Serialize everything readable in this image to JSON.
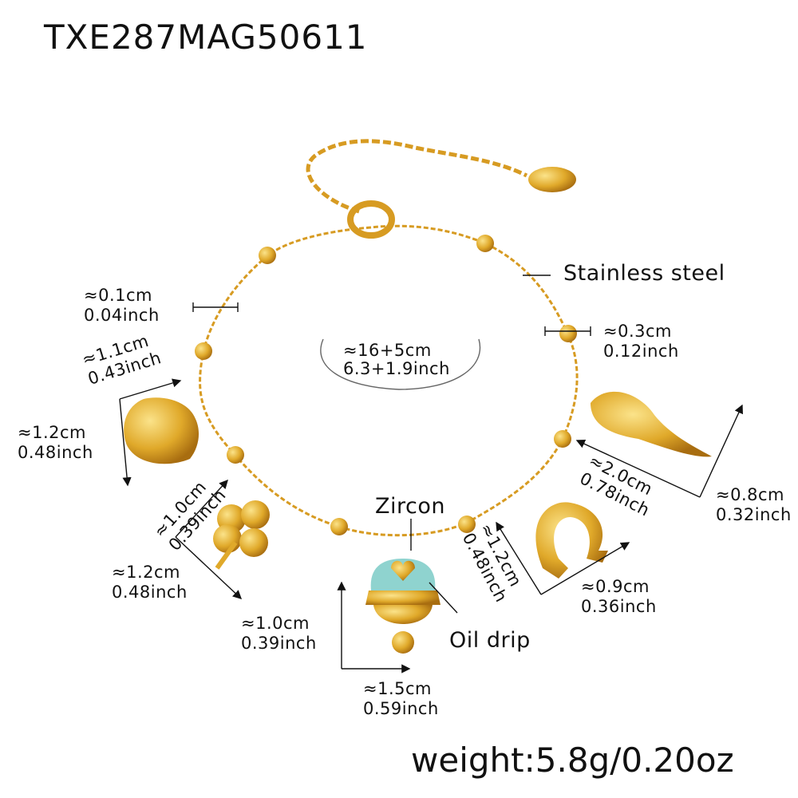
{
  "product_code": "TXE287MAG50611",
  "weight": "weight:5.8g/0.20oz",
  "colors": {
    "gold": "#e0a92a",
    "gold_light": "#f6d46a",
    "enamel": "#8fd3cf",
    "ink": "#111111"
  },
  "labels": {
    "material": "Stainless steel",
    "zircon": "Zircon",
    "oil_drip": "Oil drip",
    "length": {
      "cm": "≈16+5cm",
      "inch": "6.3+1.9inch"
    },
    "chain_width": {
      "cm": "≈0.1cm",
      "inch": "0.04inch"
    },
    "bead": {
      "cm": "≈0.3cm",
      "inch": "0.12inch"
    },
    "heart_width": {
      "cm": "≈1.1cm",
      "inch": "0.43inch"
    },
    "heart_height": {
      "cm": "≈1.2cm",
      "inch": "0.48inch"
    },
    "clover_width": {
      "cm": "≈1.0cm",
      "inch": "0.39inch"
    },
    "clover_height": {
      "cm": "≈1.2cm",
      "inch": "0.48inch"
    },
    "bell_height": {
      "cm": "≈1.0cm",
      "inch": "0.39inch"
    },
    "bell_width": {
      "cm": "≈1.5cm",
      "inch": "0.59inch"
    },
    "horseshoe_height": {
      "cm": "≈1.2cm",
      "inch": "0.48inch"
    },
    "horseshoe_width": {
      "cm": "≈0.9cm",
      "inch": "0.36inch"
    },
    "horn_length": {
      "cm": "≈2.0cm",
      "inch": "0.78inch"
    },
    "horn_width": {
      "cm": "≈0.8cm",
      "inch": "0.32inch"
    }
  }
}
